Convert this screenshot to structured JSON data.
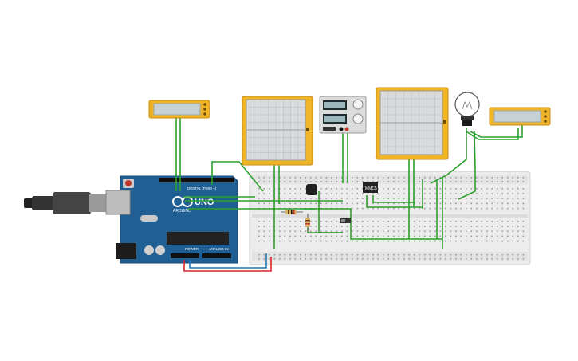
{
  "arduino": {
    "logo_text": "UNO",
    "brand_text": "ARDUINO",
    "digital_label": "DIGITAL (PWM ~)",
    "power_label": "POWER",
    "analog_label": "ANALOG IN"
  },
  "components": {
    "sensor_chip_label": "MMC5"
  },
  "colors": {
    "wire_green": "#2ca02c",
    "wire_red": "#d62728",
    "wire_blue": "#1f77b4",
    "arduino_board": "#1f5f94",
    "scope_frame": "#f0b429",
    "breadboard": "#ececec"
  }
}
